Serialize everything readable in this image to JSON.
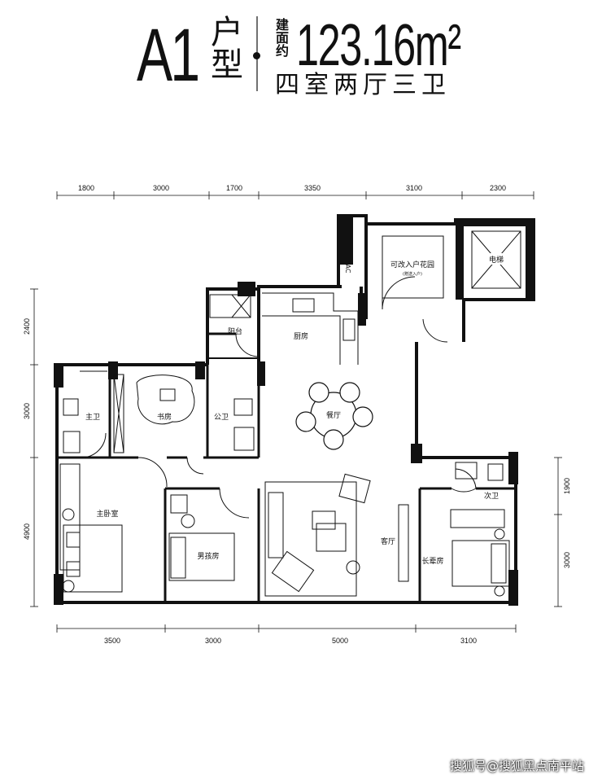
{
  "title": {
    "unit": "A1",
    "type_label": "户型",
    "area_label": "建面约",
    "area_value": "123.16m²",
    "rooms": "四室两厅三卫"
  },
  "dimensions": {
    "top": [
      "1800",
      "3000",
      "1700",
      "3350",
      "3100",
      "2300"
    ],
    "bottom": [
      "3500",
      "3000",
      "5000",
      "3100"
    ],
    "left": [
      "2400",
      "3000",
      "4900"
    ],
    "right": [
      "1900",
      "3000"
    ]
  },
  "rooms": {
    "balcony": "阳台",
    "kitchen": "厨房",
    "entry_garden": "可改入户花园",
    "entry_garden_note": "(赠送入户)",
    "elevator": "电梯",
    "ac": "AC",
    "master_bath": "主卫",
    "study": "书房",
    "public_bath": "公卫",
    "dining": "餐厅",
    "master_bedroom": "主卧室",
    "boys_room": "男孩房",
    "living": "客厅",
    "second_bath": "次卫",
    "elder_room": "长辈房"
  },
  "watermark": "搜狐号@搜狐黑点南平站"
}
